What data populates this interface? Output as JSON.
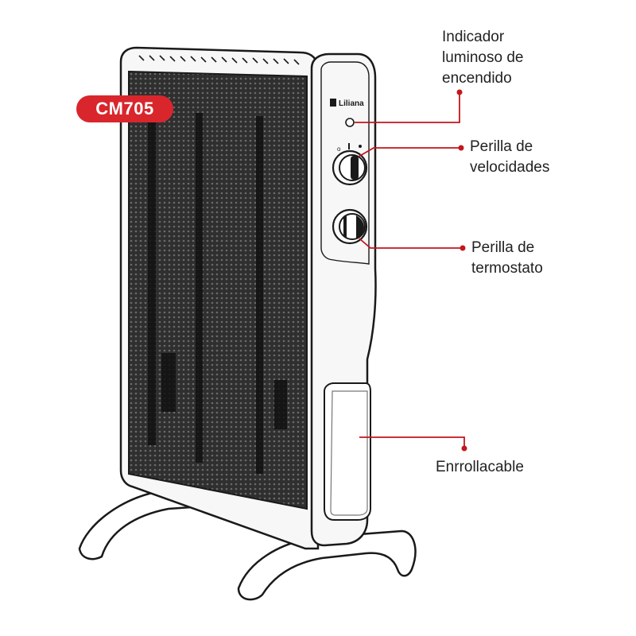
{
  "model_badge": "CM705",
  "brand": "Liliana",
  "callouts": {
    "indicador": [
      "Indicador",
      "luminoso de",
      "encendido"
    ],
    "velocidades": [
      "Perilla de",
      "velocidades"
    ],
    "termostato": [
      "Perilla de",
      "termostato"
    ],
    "enrollacable": [
      "Enrrollacable"
    ]
  },
  "colors": {
    "accent": "#d8262c",
    "outline": "#1a1a1a",
    "panel_fill": "#3a3a3a",
    "body_fill": "#f7f7f7"
  }
}
